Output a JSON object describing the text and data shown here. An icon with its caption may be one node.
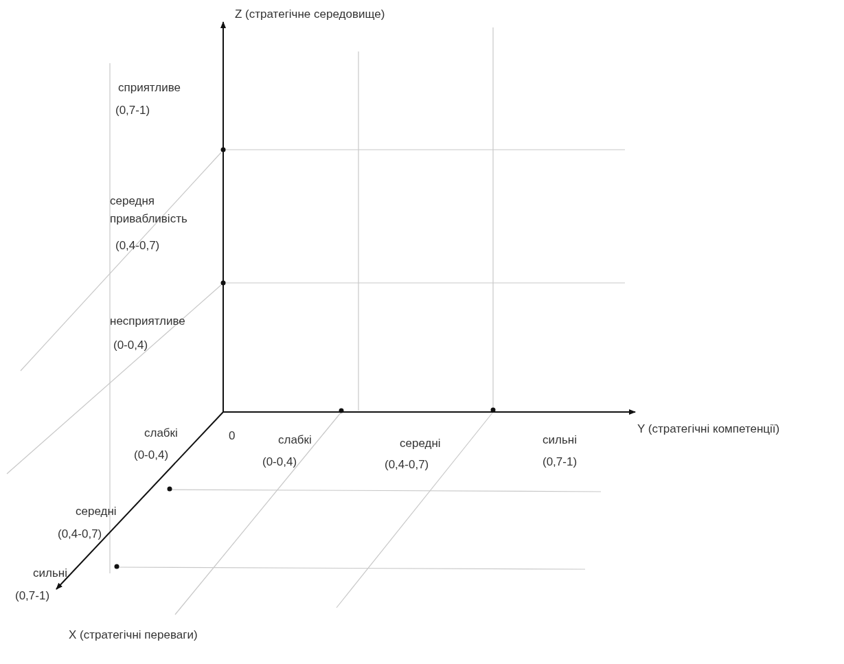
{
  "diagram": {
    "labels": [
      "Z (стратегічне середовище)",
      "сприятливе",
      "(0,7-1)",
      "середня привабливість",
      "(0,4-0,7)",
      "несприятливе",
      "(0-0,4)",
      "слабкі",
      "(0-0,4)",
      "0",
      "слабкі",
      "(0-0,4)",
      "середні",
      "(0,4-0,7)",
      "сильні",
      "(0,7-1)",
      "Y (стратегічні компетенції)",
      "середні",
      "(0,4-0,7)",
      "сильні",
      "(0,7-1)",
      "X (стратегічні переваги)"
    ]
  }
}
